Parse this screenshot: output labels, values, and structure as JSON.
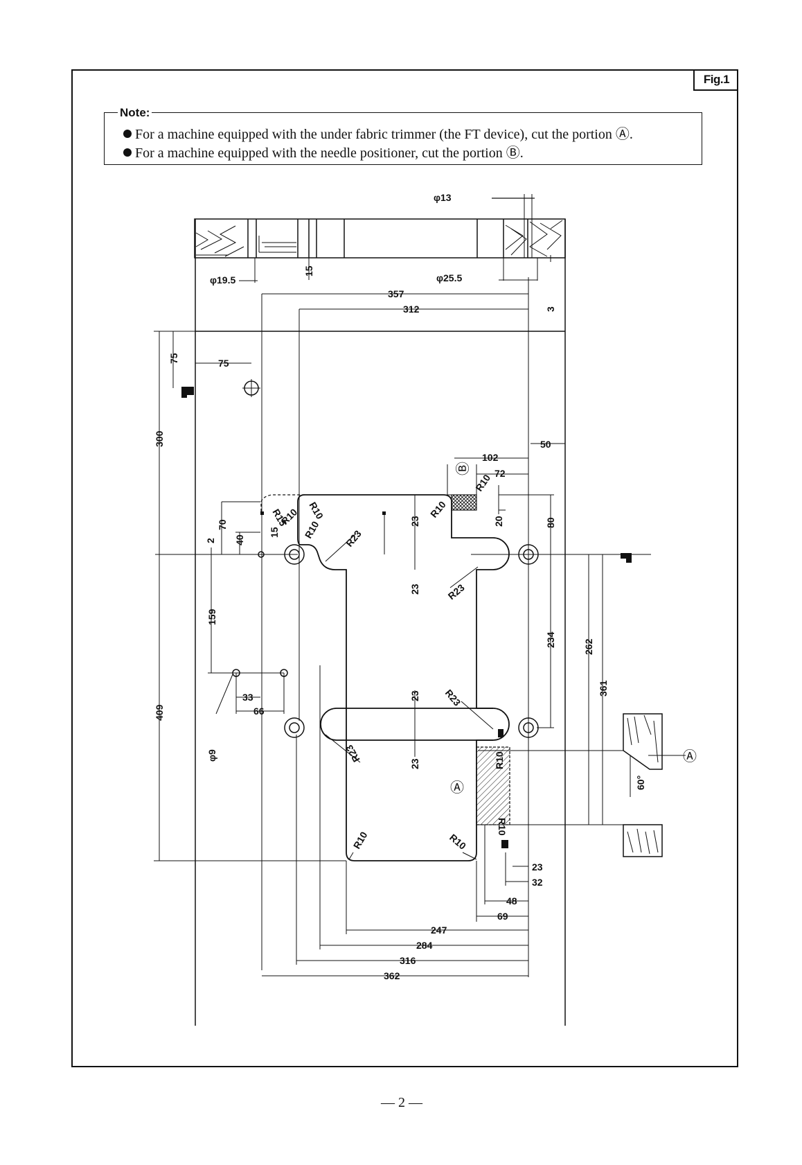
{
  "figure_label": "Fig.1",
  "note": {
    "title": "Note:",
    "items": [
      "For a machine equipped with the under fabric trimmer (the FT device), cut the portion Ⓐ.",
      "For a machine equipped with the needle positioner, cut the portion Ⓑ."
    ]
  },
  "dimensions": {
    "phi13": "φ13",
    "phi19_5": "φ19.5",
    "phi25_5": "φ25.5",
    "phi9": "φ9",
    "d15_top": "15",
    "d357": "357",
    "d312": "312",
    "d3": "3",
    "d75_v": "75",
    "d75_h": "75",
    "d300": "300",
    "d50": "50",
    "d102": "102",
    "d72": "72",
    "d20": "20",
    "d80": "80",
    "d70": "70",
    "d40": "40",
    "d2": "2",
    "d15_mid": "15",
    "d23_a": "23",
    "d23_b": "23",
    "d23_c": "23",
    "d23_d": "23",
    "d159": "159",
    "d33": "33",
    "d66": "66",
    "d409": "409",
    "d234": "234",
    "d262": "262",
    "d361": "361",
    "d60deg": "60°",
    "d23_bottom": "23",
    "d32": "32",
    "d48": "48",
    "d69": "69",
    "d247": "247",
    "d284": "284",
    "d316": "316",
    "d362": "362"
  },
  "radii": {
    "r15": "R15",
    "r10_a": "R10",
    "r10_b": "R10",
    "r10_c": "R10",
    "r10_d": "R10",
    "r10_e": "R10",
    "r10_f": "R10",
    "r10_g": "R10",
    "r10_h": "R10",
    "r10_i": "R10",
    "r23_a": "R23",
    "r23_b": "R23",
    "r23_c": "R23",
    "r23_d": "R23"
  },
  "portion_markers": {
    "a_main": "Ⓐ",
    "a_side": "Ⓐ",
    "b_main": "Ⓑ"
  },
  "page_number": "— 2 —"
}
